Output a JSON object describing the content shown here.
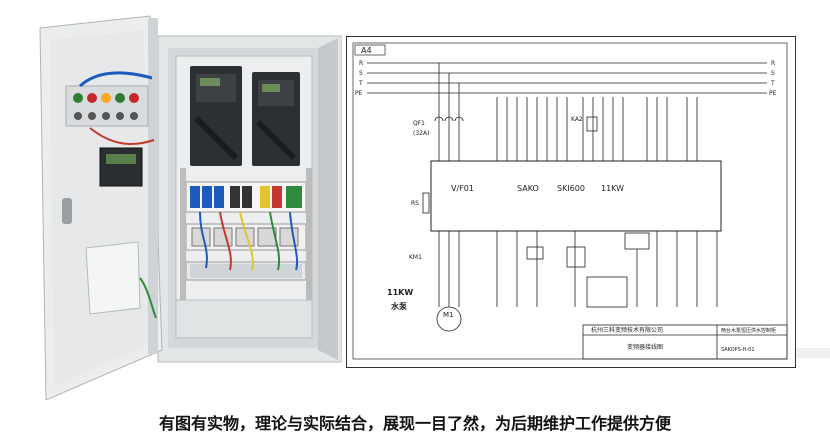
{
  "caption": "有图有实物，理论与实际结合，展现一目了然，为后期维护工作提供方便",
  "schematic": {
    "sheet_size": "A4",
    "bus_labels": [
      "R",
      "S",
      "T",
      "PE"
    ],
    "bus_labels_right": [
      "R",
      "S",
      "T",
      "PE"
    ],
    "breaker_label": "QF1",
    "breaker_rating": "(32A)",
    "drive_model_left": "V/F01",
    "drive_brand": "SAKO",
    "drive_model": "SKI600",
    "drive_power": "11KW",
    "relay_label": "KA2",
    "contactor_label": "KM1",
    "motor_label": "M1",
    "motor_power_text": "11KW",
    "motor_name": "水泵",
    "pot_label": "RS",
    "company": "杭州三科变频技术有限公司",
    "title_block_name": "变频器接线图",
    "title_block_desc": "两台水泵恒压供水控制柜",
    "drawing_no": "SAKOPS-H-01"
  },
  "colors": {
    "panel": "#e9ebeb",
    "panel_shadow": "#c7cbcc",
    "drive": "#2c2f33",
    "wire_blue": "#1e5bbf",
    "wire_red": "#c23a2e",
    "wire_yellow": "#e2c52b",
    "wire_green": "#2f8a3d"
  }
}
